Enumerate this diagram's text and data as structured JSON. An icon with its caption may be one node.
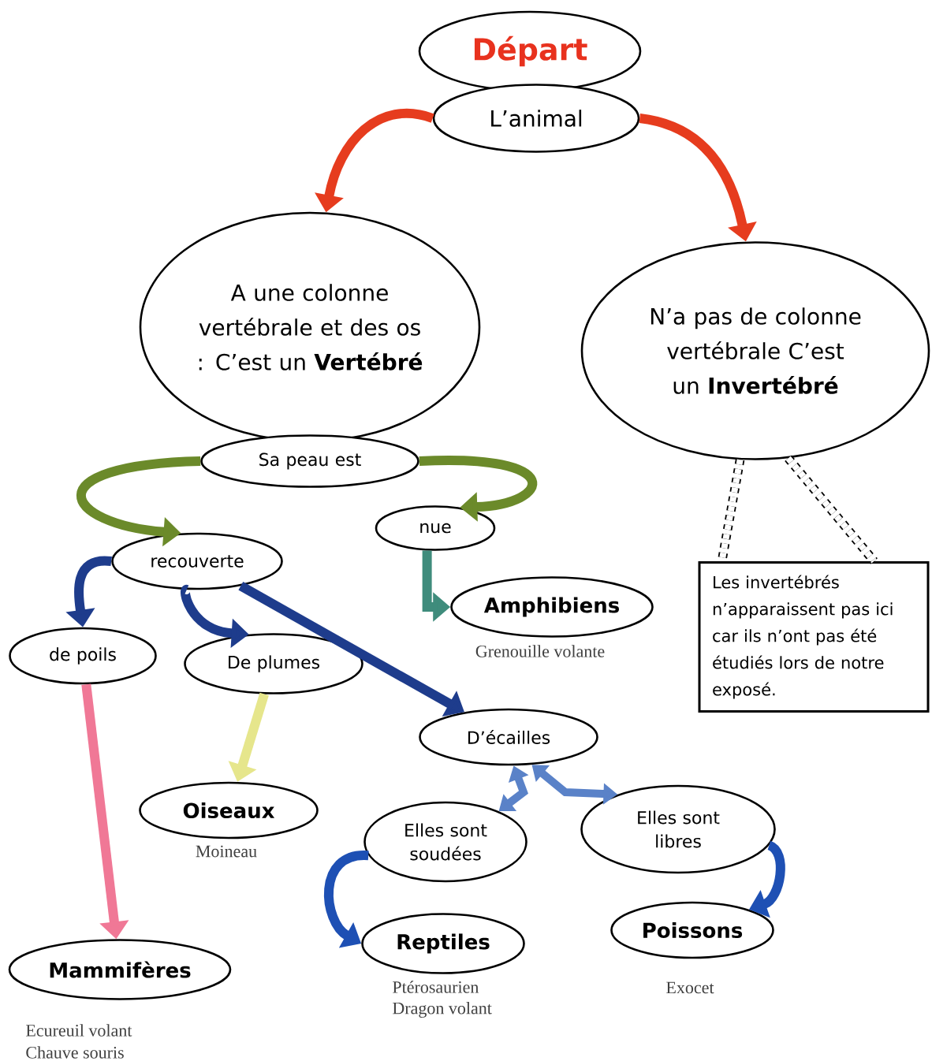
{
  "diagram": {
    "nodes": [
      {
        "text": [
          "Départ"
        ]
      },
      {
        "text": [
          "L’animal"
        ]
      },
      {
        "text": [
          "A une colonne vertébrale et des os : C’est un **Vertébré**"
        ]
      },
      {
        "text": [
          "N’a pas de colonne vertébrale C’est un **Invertébré**"
        ]
      },
      {
        "text": [
          "Sa peau est"
        ]
      },
      {
        "text": [
          "recouverte"
        ]
      },
      {
        "text": [
          "nue"
        ]
      },
      {
        "text": [
          "Amphibiens"
        ],
        "beside": [
          "Grenouille volante"
        ]
      },
      {
        "text": [
          "de poils"
        ]
      },
      {
        "text": [
          "De plumes"
        ]
      },
      {
        "text": [
          "D’écailles"
        ]
      },
      {
        "text": [
          "Oiseaux"
        ],
        "beside": [
          "Moineau"
        ]
      },
      {
        "text": [
          "Elles sont soudées"
        ]
      },
      {
        "text": [
          "Elles sont libres"
        ]
      },
      {
        "text": [
          "Mammifères"
        ],
        "beside": [
          "Ecureuil volant",
          "Chauve souris"
        ]
      },
      {
        "text": [
          "Reptiles"
        ],
        "beside": [
          "Ptérosaurien",
          "Dragon volant"
        ]
      },
      {
        "text": [
          "Poissons"
        ],
        "beside": [
          "Exocet"
        ]
      },
      {
        "text": [
          "Les invertébrés n’apparaissent pas ici car ils n’ont pas été étudiés lors de notre exposé."
        ]
      }
    ],
    "edges": [
      {
        "from": 1,
        "to": 2,
        "arrow": "to",
        "color": "#e63c1e"
      },
      {
        "from": 1,
        "to": 3,
        "arrow": "to",
        "color": "#e63c1e"
      },
      {
        "from": 4,
        "to": 5,
        "arrow": "to",
        "color": "#6b8a2a"
      },
      {
        "from": 4,
        "to": 6,
        "arrow": "to",
        "color": "#6b8a2a"
      },
      {
        "from": 6,
        "to": 7,
        "arrow": "to",
        "color": "#3f8c7c"
      },
      {
        "from": 5,
        "to": 8,
        "arrow": "to",
        "color": "#1e3c8c"
      },
      {
        "from": 5,
        "to": 9,
        "arrow": "to",
        "color": "#1e3c8c"
      },
      {
        "from": 5,
        "to": 10,
        "arrow": "to",
        "color": "#1e3c8c"
      },
      {
        "from": 8,
        "to": 14,
        "arrow": "to",
        "color": "#f07896"
      },
      {
        "from": 9,
        "to": 11,
        "arrow": "to",
        "color": "#e6e68c"
      },
      {
        "from": 10,
        "to": 12,
        "arrow": "both",
        "color": "#5a82c8"
      },
      {
        "from": 10,
        "to": 13,
        "arrow": "both",
        "color": "#5a82c8"
      },
      {
        "from": 12,
        "to": 15,
        "arrow": "to",
        "color": "#1e50b4"
      },
      {
        "from": 13,
        "to": 16,
        "arrow": "to",
        "color": "#1e50b4"
      },
      {
        "from": 3,
        "to": 17,
        "arrow": "none",
        "style": "dashed",
        "color": "#000000"
      },
      {
        "from": 3,
        "to": 17,
        "arrow": "none",
        "style": "dashed",
        "color": "#000000"
      }
    ]
  }
}
